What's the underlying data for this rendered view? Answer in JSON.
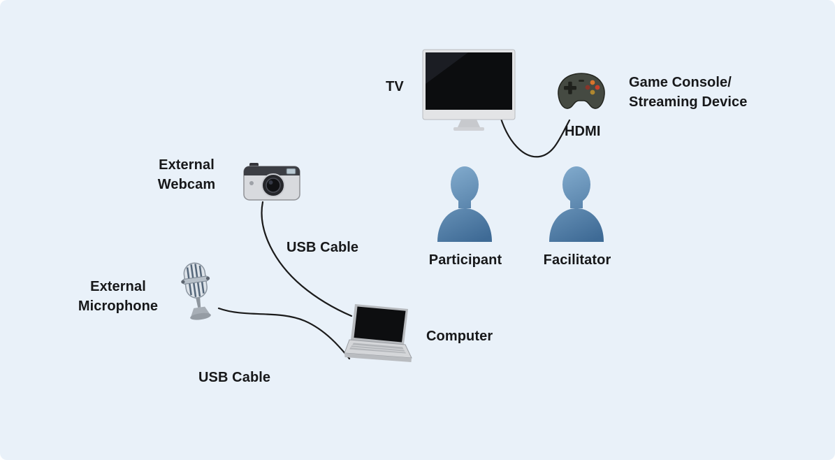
{
  "background_color": "#e9f1f9",
  "text_color": "#17181a",
  "line_color": "#1b1b1b",
  "person_color_top": "#84adcf",
  "person_color_bottom": "#3e6a95",
  "labels": {
    "tv": "TV",
    "game_console_line1": "Game Console/",
    "game_console_line2": "Streaming Device",
    "hdmi": "HDMI",
    "participant": "Participant",
    "facilitator": "Facilitator",
    "webcam_line1": "External",
    "webcam_line2": "Webcam",
    "usb_cable_webcam": "USB Cable",
    "microphone_line1": "External",
    "microphone_line2": "Microphone",
    "usb_cable_microphone": "USB Cable",
    "computer": "Computer"
  },
  "icons": {
    "tv": "tv-monitor-icon",
    "game_console": "game-controller-icon",
    "webcam": "camera-icon",
    "microphone": "studio-microphone-icon",
    "computer": "laptop-icon",
    "participant": "person-silhouette-icon",
    "facilitator": "person-silhouette-icon"
  },
  "connections": [
    {
      "from": "TV",
      "to": "Game Console/Streaming Device",
      "cable": "HDMI"
    },
    {
      "from": "External Webcam",
      "to": "Computer",
      "cable": "USB Cable"
    },
    {
      "from": "External Microphone",
      "to": "Computer",
      "cable": "USB Cable"
    }
  ]
}
